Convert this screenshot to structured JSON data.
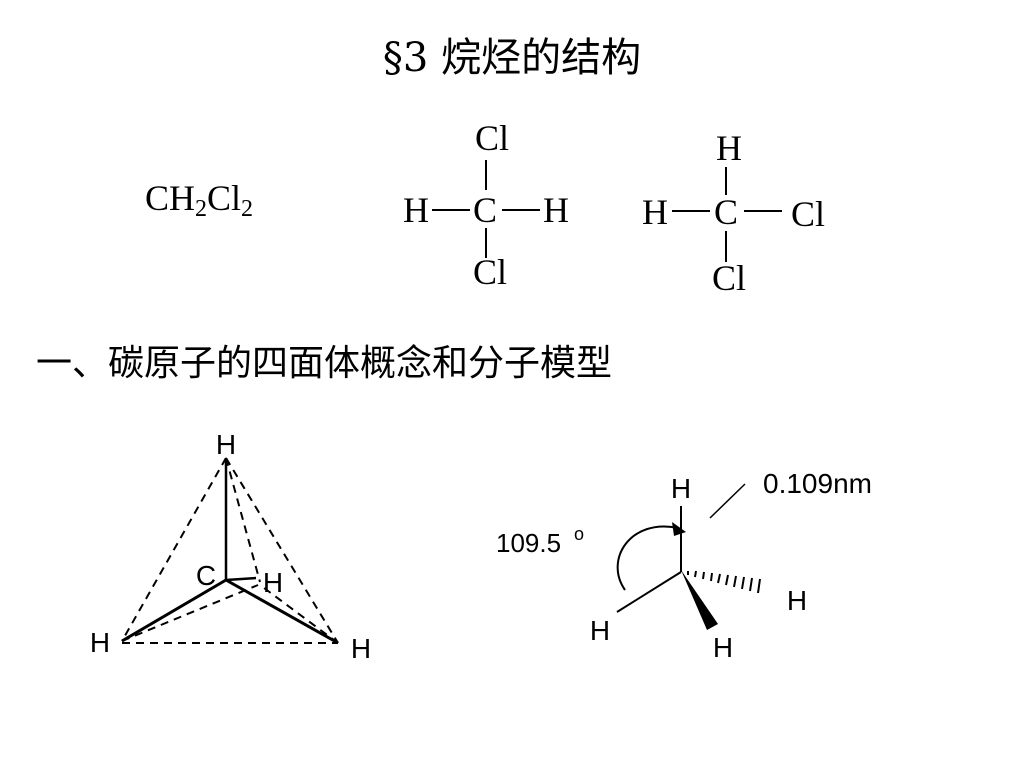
{
  "title": "§3 烷烃的结构",
  "formula": {
    "main": "CH",
    "sub1": "2",
    "mid": "Cl",
    "sub2": "2"
  },
  "structure_a": {
    "top": "Cl",
    "left": "H",
    "center": "C",
    "right": "H",
    "bottom": "Cl"
  },
  "structure_b": {
    "top": "H",
    "left": "H",
    "center": "C",
    "right": "Cl",
    "bottom": "Cl"
  },
  "section_heading": "一、碳原子的四面体概念和分子模型",
  "tetrahedron": {
    "top": "H",
    "center": "C",
    "back": "H",
    "left": "H",
    "right": "H"
  },
  "wedge_model": {
    "bond_length": "0.109nm",
    "bond_angle": "109.5",
    "angle_unit": "o",
    "top": "H",
    "hashed": "H",
    "left": "H",
    "wedge": "H"
  }
}
